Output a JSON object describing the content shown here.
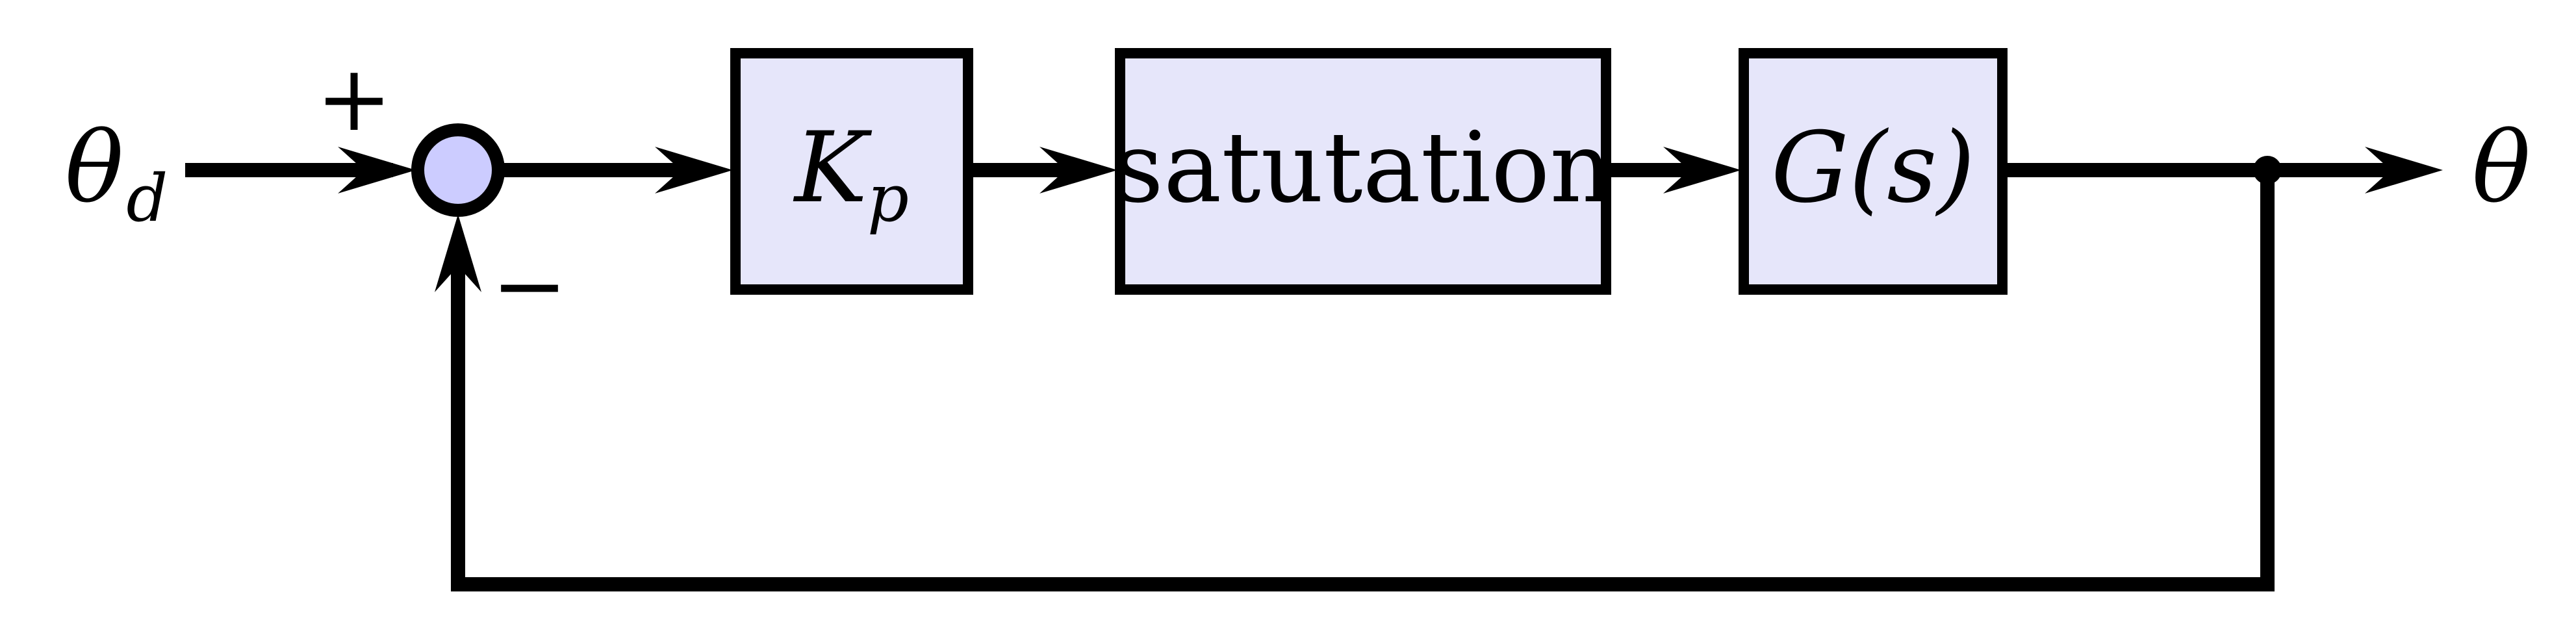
{
  "diagram": {
    "input_signal": {
      "symbol": "θ",
      "subscript": "d"
    },
    "output_signal": {
      "symbol": "θ"
    },
    "summing_junction": {
      "plus_sign": "+",
      "minus_sign": "−"
    },
    "blocks": [
      {
        "id": "gain",
        "main": "K",
        "subscript": "p",
        "italic": true
      },
      {
        "id": "saturation",
        "main": "satutation",
        "subscript": "",
        "italic": false
      },
      {
        "id": "plant",
        "main": "G(s)",
        "subscript": "",
        "italic": true
      }
    ],
    "colors": {
      "block_fill": "#e6e6fa",
      "junction_fill": "#ccccff",
      "line": "#000000"
    }
  }
}
